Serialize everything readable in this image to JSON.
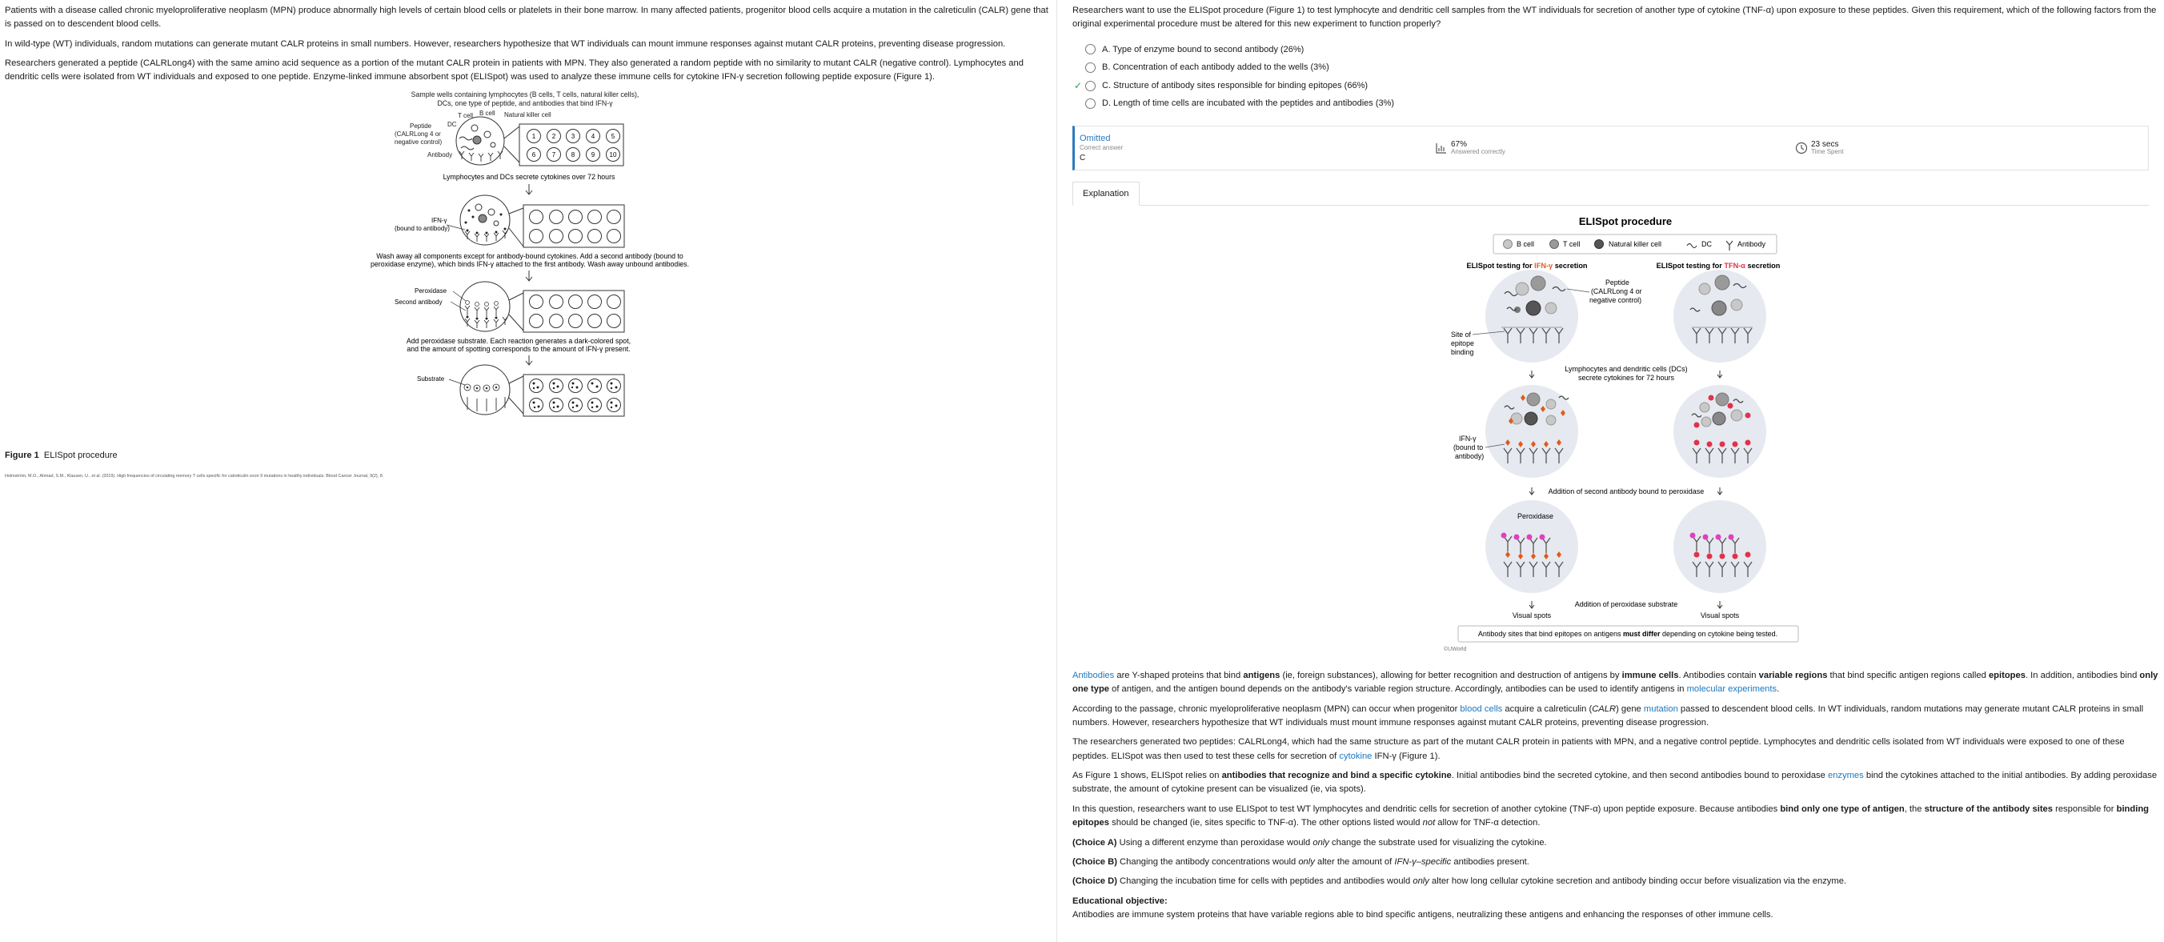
{
  "passage": {
    "p1": "Patients with a disease called chronic myeloproliferative neoplasm (MPN) produce abnormally high levels of certain blood cells or platelets in their bone marrow.  In many affected patients, progenitor blood cells acquire a mutation in the calreticulin (CALR) gene that is passed on to descendent blood cells.",
    "p2": "In wild-type (WT) individuals, random mutations can generate mutant CALR proteins in small numbers.  However, researchers hypothesize that WT individuals can mount immune responses against mutant CALR proteins, preventing disease progression.",
    "p3": "Researchers generated a peptide (CALRLong4) with the same amino acid sequence as a portion of the mutant CALR protein in patients with MPN.  They also generated a random peptide with no similarity to mutant CALR (negative control).  Lymphocytes and dendritic cells were isolated from WT individuals and exposed to one peptide.  Enzyme-linked immune absorbent spot (ELISpot) was used to analyze these immune cells for cytokine IFN-γ secretion following peptide exposure (Figure 1)."
  },
  "figure1": {
    "title_line1": "Sample wells containing lymphocytes (B cells, T cells, natural killer cells),",
    "title_line2": "DCs, one type of peptide, and antibodies that bind IFN-γ",
    "label_tcell": "T cell",
    "label_bcell": "B cell",
    "label_nk": "Natural killer cell",
    "label_dc": "DC",
    "label_peptide_1": "Peptide",
    "label_peptide_2": "(CALRLong 4 or",
    "label_peptide_3": "negative control)",
    "label_antibody": "Antibody",
    "wells": [
      "1",
      "2",
      "3",
      "4",
      "5",
      "6",
      "7",
      "8",
      "9",
      "10"
    ],
    "step2": "Lymphocytes and DCs secrete cytokines over 72 hours",
    "label_ifn_1": "IFN-γ",
    "label_ifn_2": "(bound to antibody)",
    "step3_line1": "Wash away all components except for antibody-bound cytokines. Add a second antibody (bound to",
    "step3_line2": "peroxidase enzyme), which binds IFN-γ attached to the first antibody. Wash away unbound antibodies.",
    "label_peroxidase": "Peroxidase",
    "label_second_ab": "Second antibody",
    "step4_line1": "Add peroxidase substrate. Each reaction generates a dark-colored spot,",
    "step4_line2": "and the amount of spotting corresponds to the amount of IFN-γ present.",
    "label_substrate": "Substrate",
    "caption_bold": "Figure 1",
    "caption_text": "ELISpot procedure",
    "citation": "Holmström, M.O., Ahmad, S.M., Klausen, U., et al. (2019). High frequencies of circulating memory T cells specific for calreticulin exon 9 mutations in healthy individuals. Blood Cancer Journal, 9(2), 8."
  },
  "question": {
    "stem": "Researchers want to use the ELISpot procedure (Figure 1) to test lymphocyte and dendritic cell samples from the WT individuals for secretion of another type of cytokine (TNF-α) upon exposure to these peptides.  Given this requirement, which of the following factors from the original experimental procedure must be altered for this new experiment to function properly?",
    "choices": [
      {
        "text": "A.  Type of enzyme bound to second antibody  (26%)",
        "correct": false
      },
      {
        "text": "B.  Concentration of each antibody added to the wells  (3%)",
        "correct": false
      },
      {
        "text": "C.  Structure of antibody sites responsible for binding epitopes  (66%)",
        "correct": true
      },
      {
        "text": "D.  Length of time cells are incubated with the peptides and antibodies  (3%)",
        "correct": false
      }
    ]
  },
  "stats": {
    "status": "Omitted",
    "correct_label": "Correct answer",
    "correct_value": "C",
    "percent": "67%",
    "percent_label": "Answered correctly",
    "time": "23 secs",
    "time_label": "Time Spent"
  },
  "tabs": {
    "explanation": "Explanation"
  },
  "figure2": {
    "title": "ELISpot procedure",
    "legend": [
      "B cell",
      "T cell",
      "Natural killer cell",
      "DC",
      "Antibody"
    ],
    "col1_pre": "ELISpot testing for ",
    "col1_cyt": "IFN-γ",
    "col1_post": " secretion",
    "col2_pre": "ELISpot testing for ",
    "col2_cyt": "TFN-α",
    "col2_post": " secretion",
    "label_peptide_1": "Peptide",
    "label_peptide_2": "(CALRLong 4 or",
    "label_peptide_3": "negative control)",
    "label_site_1": "Site of",
    "label_site_2": "epitope",
    "label_site_3": "binding",
    "step2_line1": "Lymphocytes and dendritic cells (DCs)",
    "step2_line2": "secrete cytokines for 72 hours",
    "label_ifn_1": "IFN-γ",
    "label_ifn_2": "(bound to",
    "label_ifn_3": "antibody)",
    "step3": "Addition of second antibody bound to peroxidase",
    "label_peroxidase": "Peroxidase",
    "step4": "Addition of peroxidase substrate",
    "visual_spots": "Visual spots",
    "note_pre": "Antibody sites that bind epitopes on antigens ",
    "note_bold": "must differ",
    "note_post": " depending on cytokine being tested.",
    "copyright": "©UWorld",
    "colors": {
      "ifn": "#e05a1e",
      "tnf": "#e0324a",
      "peroxidase": "#e040c0"
    }
  },
  "explanation": {
    "p1": {
      "a": "Antibodies",
      "b": " are Y-shaped proteins that bind ",
      "c": "antigens",
      "d": " (ie, foreign substances), allowing for better recognition and destruction of antigens by ",
      "e": "immune cells",
      "f": ".  Antibodies contain ",
      "g": "variable regions",
      "h": " that bind specific antigen regions called ",
      "i": "epitopes",
      "j": ".  In addition, antibodies bind ",
      "k": "only one type",
      "l": " of antigen, and the antigen bound depends on the antibody's variable region structure.  Accordingly, antibodies can be used to identify antigens in ",
      "m": "molecular experiments",
      "n": "."
    },
    "p2": {
      "a": "According to the passage, chronic myeloproliferative neoplasm (MPN) can occur when progenitor ",
      "b": "blood cells",
      "c": " acquire a calreticulin (",
      "d": "CALR",
      "e": ") gene ",
      "f": "mutation",
      "g": " passed to descendent blood cells.  In WT individuals, random mutations may generate mutant CALR proteins in small numbers.  However, researchers hypothesize that WT individuals must mount immune responses against mutant CALR proteins, preventing disease progression."
    },
    "p3": {
      "a": "The researchers generated two peptides: CALRLong4, which had the same structure as part of the mutant CALR protein in patients with MPN, and a negative control peptide.  Lymphocytes and dendritic cells isolated from WT individuals were exposed to one of these peptides.  ELISpot was then used to test these cells for secretion of ",
      "b": "cytokine",
      "c": " IFN-γ (Figure 1)."
    },
    "p4": {
      "a": "As Figure 1 shows, ELISpot relies on ",
      "b": "antibodies that recognize and bind a specific cytokine",
      "c": ".  Initial antibodies bind the secreted cytokine, and then second antibodies bound to peroxidase ",
      "d": "enzymes",
      "e": " bind the cytokines attached to the initial antibodies.  By adding peroxidase substrate, the amount of cytokine present can be visualized (ie, via spots)."
    },
    "p5": {
      "a": "In this question, researchers want to use ELISpot to test WT lymphocytes and dendritic cells for secretion of another cytokine (TNF-α) upon peptide exposure.  Because antibodies ",
      "b": "bind only one type of antigen",
      "c": ", the ",
      "d": "structure of the antibody sites",
      "e": " responsible for ",
      "f": "binding epitopes",
      "g": " should be changed (ie, sites specific to TNF-α).  The other options listed would ",
      "h": "not",
      "i": " allow for TNF-α detection."
    },
    "cA": {
      "lbl": "(Choice A)",
      "a": "  Using a different enzyme than peroxidase would ",
      "b": "only",
      "c": " change the substrate used for visualizing the cytokine."
    },
    "cB": {
      "lbl": "(Choice B)",
      "a": "  Changing the antibody concentrations would ",
      "b": "only",
      "c": " alter the amount of ",
      "d": "IFN-γ–specific",
      "e": " antibodies present."
    },
    "cD": {
      "lbl": "(Choice D)",
      "a": "  Changing the incubation time for cells with peptides and antibodies would ",
      "b": "only",
      "c": " alter how long cellular cytokine secretion and antibody binding occur before visualization via the enzyme."
    },
    "objective_label": "Educational objective:",
    "objective": "Antibodies are immune system proteins that have variable regions able to bind specific antigens, neutralizing these antigens and enhancing the responses of other immune cells."
  }
}
